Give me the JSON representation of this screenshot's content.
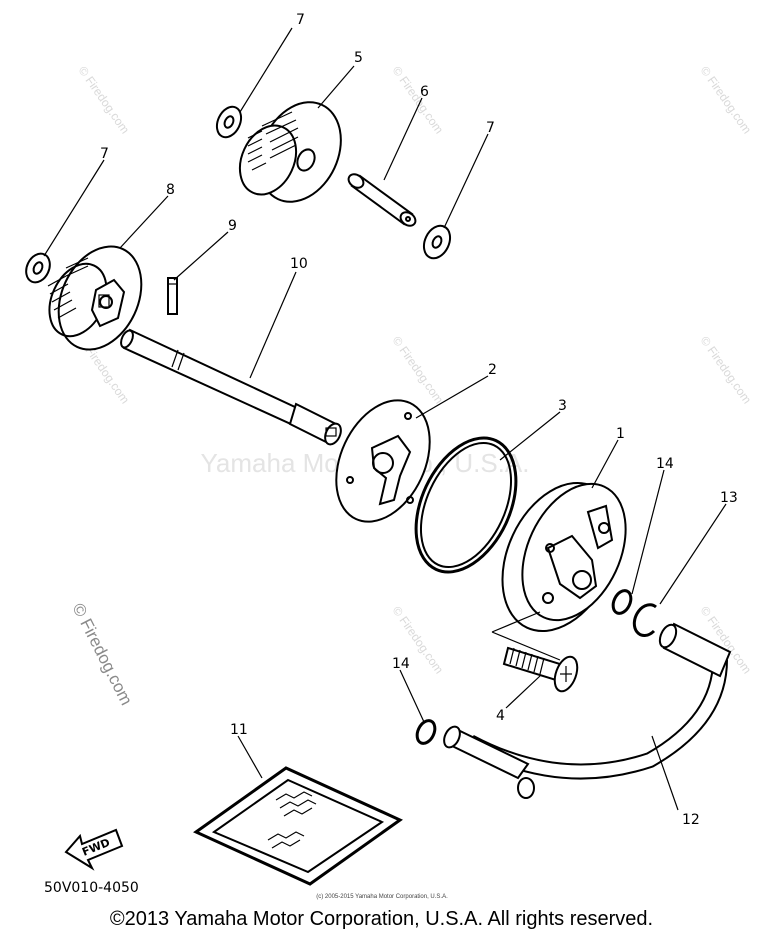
{
  "diagram": {
    "callouts": [
      {
        "id": "7a",
        "text": "7"
      },
      {
        "id": "5",
        "text": "5"
      },
      {
        "id": "6",
        "text": "6"
      },
      {
        "id": "7b",
        "text": "7"
      },
      {
        "id": "7c",
        "text": "7"
      },
      {
        "id": "8",
        "text": "8"
      },
      {
        "id": "9",
        "text": "9"
      },
      {
        "id": "10",
        "text": "10"
      },
      {
        "id": "2",
        "text": "2"
      },
      {
        "id": "3",
        "text": "3"
      },
      {
        "id": "1",
        "text": "1"
      },
      {
        "id": "14a",
        "text": "14"
      },
      {
        "id": "13",
        "text": "13"
      },
      {
        "id": "14b",
        "text": "14"
      },
      {
        "id": "4",
        "text": "4"
      },
      {
        "id": "11",
        "text": "11"
      },
      {
        "id": "12",
        "text": "12"
      }
    ],
    "watermark_center": "Yamaha Motor Corp., U.S.A.",
    "watermark_tile": "© Firedog.com",
    "watermark_side": "© Firedog.com",
    "fwd_label": "FWD",
    "diagram_code": "50V010-4050",
    "fine_print": "(c) 2005-2015 Yamaha Motor Corporation, U.S.A.",
    "copyright": "©2013 Yamaha Motor Corporation, U.S.A. All rights reserved."
  }
}
